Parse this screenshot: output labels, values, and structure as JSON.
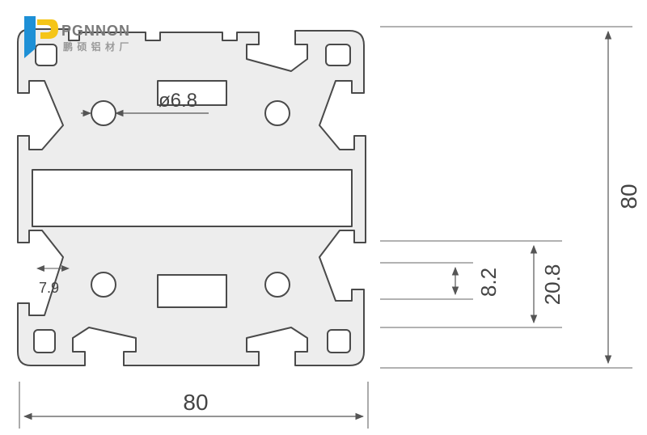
{
  "logo": {
    "brand": "PGNNON",
    "tagline": "鹏 硕 铝 材 厂",
    "colors": {
      "blue": "#1E90D6",
      "yellow": "#F5C518",
      "text": "#7a7a7a"
    }
  },
  "dimensions": {
    "hole_diameter": "ø6.8",
    "slot_offset": "7.9",
    "slot_opening": "8.2",
    "slot_depth": "20.8",
    "height": "80",
    "width": "80"
  },
  "colors": {
    "profile_fill": "#EDEDED",
    "profile_stroke": "#4a4a4a",
    "dimension_line": "#555555"
  }
}
